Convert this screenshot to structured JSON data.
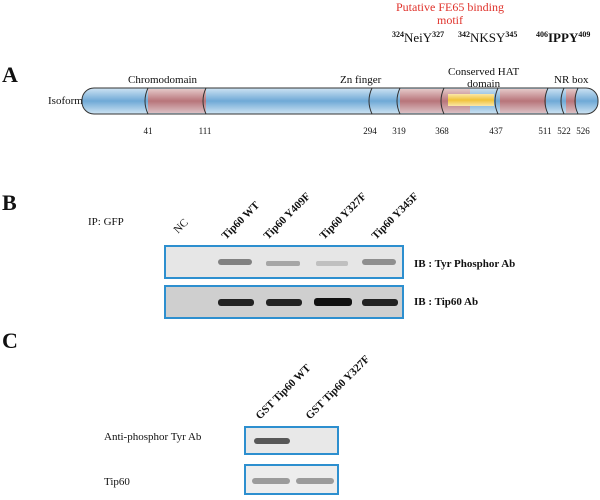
{
  "header": {
    "putative_line1": "Putative FE65 binding",
    "putative_line2": "motif",
    "motifs": [
      {
        "pre": "324",
        "seq": "NeiY",
        "post": "327",
        "bold": false
      },
      {
        "pre": "342",
        "seq": "NKSY",
        "post": "345",
        "bold": false
      },
      {
        "pre": "406",
        "seq": "IPPY",
        "post": "409",
        "bold": true
      }
    ]
  },
  "panelA": {
    "letter": "A",
    "isoform_label": "Isoforml",
    "domains": {
      "chromodomain": "Chromodomain",
      "zn_finger": "Zn finger",
      "hat_line1": "Conserved HAT",
      "hat_line2": "domain",
      "nr_box": "NR box"
    },
    "ticks": [
      "41",
      "111",
      "294",
      "319",
      "368",
      "437",
      "511",
      "522",
      "526"
    ]
  },
  "panelB": {
    "letter": "B",
    "ip_label": "IP: GFP",
    "lanes": [
      "NC",
      "Tip60  WT",
      "Tip60  Y409F",
      "Tip60  Y327F",
      "Tip60  Y345F"
    ],
    "blot1_label": "IB :    Tyr Phosphor Ab",
    "blot2_label": "IB :    Tip60  Ab"
  },
  "panelC": {
    "letter": "C",
    "lanes": [
      "GST Tip60 WT",
      "GST Tip60 Y327F"
    ],
    "blot1_label": "Anti-phosphor Tyr Ab",
    "blot2_label": "Tip60"
  },
  "colors": {
    "blot_border": "#2d8fcf",
    "red_text": "#e0322b",
    "hat_yellow": "#f0c23a"
  }
}
